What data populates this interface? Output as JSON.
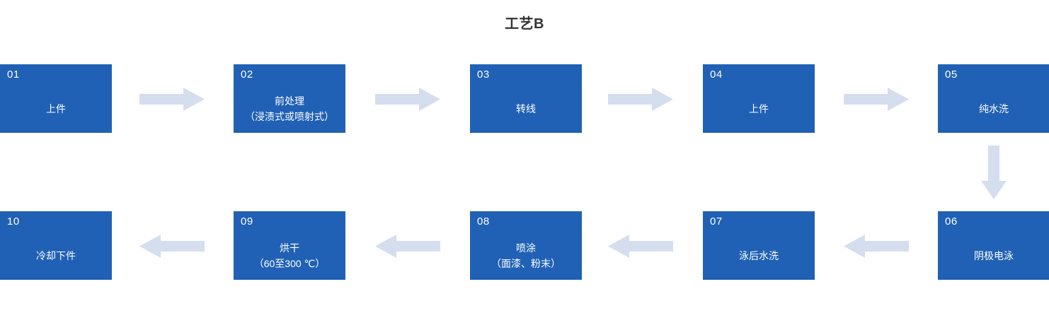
{
  "title": "工艺B",
  "colors": {
    "box_fill": "#2061B5",
    "box_text": "#FFFFFF",
    "arrow_fill": "#D5DEEF",
    "title_text": "#333333",
    "background": "#FFFFFF"
  },
  "flow": {
    "row1": {
      "direction": "left-to-right",
      "steps": [
        {
          "number": "01",
          "lines": [
            "上件"
          ]
        },
        {
          "number": "02",
          "lines": [
            "前处理",
            "（浸渍式或喷射式）"
          ]
        },
        {
          "number": "03",
          "lines": [
            "转线"
          ]
        },
        {
          "number": "04",
          "lines": [
            "上件"
          ]
        },
        {
          "number": "05",
          "lines": [
            "纯水洗"
          ]
        }
      ],
      "arrows": [
        "arrow-right",
        "arrow-right",
        "arrow-right",
        "arrow-right"
      ]
    },
    "connector": {
      "icon": "arrow-down",
      "from": "05",
      "to": "06"
    },
    "row2": {
      "direction": "right-to-left",
      "steps": [
        {
          "number": "10",
          "lines": [
            "冷却下件"
          ]
        },
        {
          "number": "09",
          "lines": [
            "烘干",
            "（60至300 ℃）"
          ]
        },
        {
          "number": "08",
          "lines": [
            "喷涂",
            "（面漆、粉末）"
          ]
        },
        {
          "number": "07",
          "lines": [
            "泳后水洗"
          ]
        },
        {
          "number": "06",
          "lines": [
            "阴极电泳"
          ]
        }
      ],
      "arrows": [
        "arrow-left",
        "arrow-left",
        "arrow-left",
        "arrow-left"
      ]
    }
  }
}
